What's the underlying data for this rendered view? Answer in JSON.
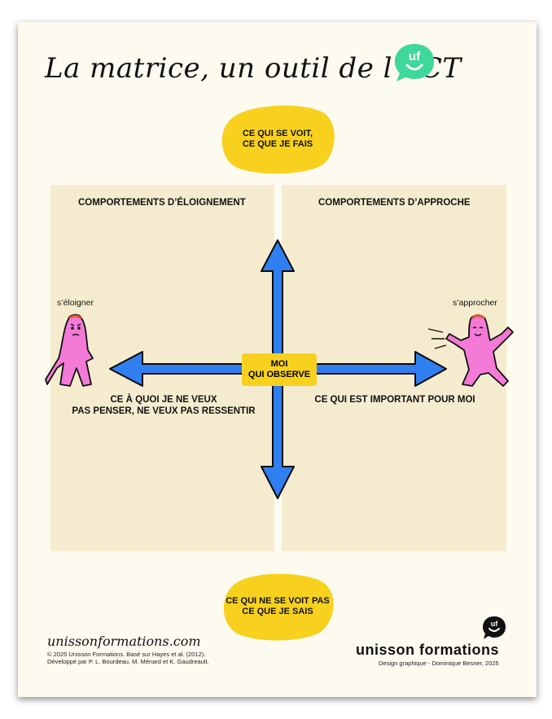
{
  "title": "La matrice, un outil de l'ACT",
  "logo": {
    "text": "uf",
    "color": "#3ed89a"
  },
  "quadrants": {
    "left_heading": "COMPORTEMENTS D’ÉLOIGNEMENT",
    "right_heading": "COMPORTEMENTS D’APPROCHE"
  },
  "axis": {
    "top_label": "CE QUI SE VOIT,\nCE QUE JE FAIS",
    "bottom_label": "CE QUI NE SE VOIT PAS\nCE QUE JE SAIS",
    "center_label": "MOI\nQUI OBSERVE",
    "left_caption": "CE À QUOI JE NE VEUX\nPAS PENSER, NE VEUX PAS RESSENTIR",
    "right_caption": "CE QUI EST IMPORTANT POUR MOI",
    "left_character_label": "s’éloigner",
    "right_character_label": "s’approcher"
  },
  "colors": {
    "arrow": "#2f7ff0",
    "blob": "#f8d11e",
    "character": "#f47ad8",
    "quadrant": "#f5eccf"
  },
  "footer": {
    "website": "unissonformations.com",
    "credits": "© 2025 Unisson Formations. Basé sur Hayes et al. (2012).\nDéveloppé par P. L. Bourdeau, M. Ménard et K. Gaudreault.",
    "brand": "unisson formations",
    "designer": "Design graphique - Dominique Besner, 2025",
    "brand_logo_text": "uf"
  }
}
